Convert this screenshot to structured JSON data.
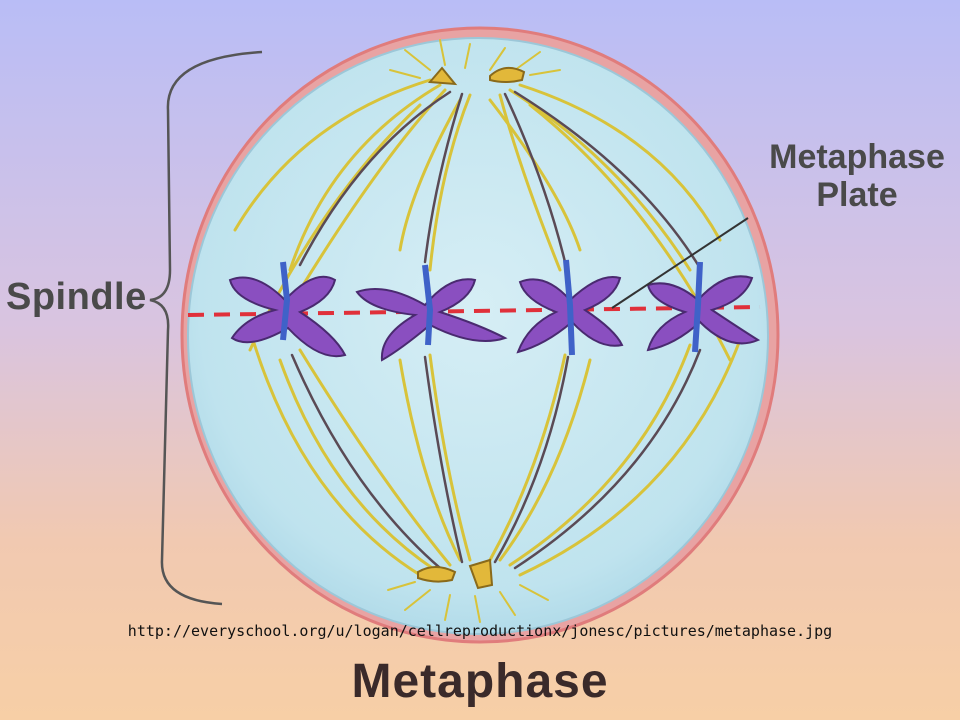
{
  "labels": {
    "spindle": "Spindle",
    "metaphase_plate_line1": "Metaphase",
    "metaphase_plate_line2": "Plate"
  },
  "source_url": "http://everyschool.org/u/logan/cellreproductionx/jonesc/pictures/metaphase.jpg",
  "title": "Metaphase",
  "colors": {
    "cytoplasm": "#bfe3ee",
    "cell_membrane": "#e58b8b",
    "chromosome": "#8a4fc0",
    "centromere": "#3f62c8",
    "spindle_fiber_yellow": "#d8c33a",
    "spindle_fiber_dark": "#5a4a55",
    "plate_line": "#e0303a",
    "centriole": "#e2b83a"
  },
  "chromosome_count": 4
}
